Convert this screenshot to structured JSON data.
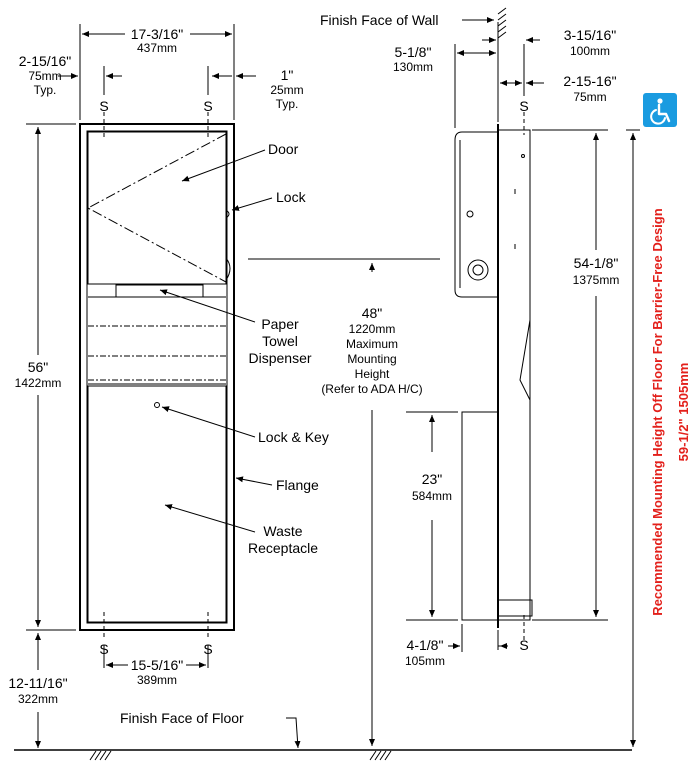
{
  "front": {
    "dim_total_width": "17-3/16\"",
    "dim_total_width_mm": "437mm",
    "dim_left_offset": "2-15/16\"",
    "dim_left_offset_mm": "75mm",
    "dim_left_offset_note": "Typ.",
    "dim_right_offset": "1\"",
    "dim_right_offset_mm": "25mm",
    "dim_right_offset_note": "Typ.",
    "dim_height": "56\"",
    "dim_height_mm": "1422mm",
    "dim_floor": "12-11/16\"",
    "dim_floor_mm": "322mm",
    "dim_bottom_width": "15-5/16\"",
    "dim_bottom_width_mm": "389mm",
    "stud_mark": "S",
    "label_door": "Door",
    "label_lock": "Lock",
    "label_paper_1": "Paper",
    "label_paper_2": "Towel",
    "label_paper_3": "Dispenser",
    "label_lock_key": "Lock & Key",
    "label_flange": "Flange",
    "label_waste_1": "Waste",
    "label_waste_2": "Receptacle",
    "label_floor": "Finish Face of Floor"
  },
  "middle": {
    "dim_max": "48\"",
    "dim_max_mm": "1220mm",
    "dim_max_l1": "Maximum",
    "dim_max_l2": "Mounting",
    "dim_max_l3": "Height",
    "dim_max_l4": "(Refer to ADA H/C)"
  },
  "side": {
    "label_wall": "Finish Face of Wall",
    "dim_depth": "5-1/8\"",
    "dim_depth_mm": "130mm",
    "dim_recess": "3-15/16\"",
    "dim_recess_mm": "100mm",
    "dim_projection": "2-15-16\"",
    "dim_projection_mm": "75mm",
    "dim_height": "54-1/8\"",
    "dim_height_mm": "1375mm",
    "dim_bin": "23\"",
    "dim_bin_mm": "584mm",
    "dim_bottom": "4-1/8\"",
    "dim_bottom_mm": "105mm",
    "stud_mark": "S"
  },
  "barrier_free": {
    "label_line1": "Recommended Mounting Height Off Floor For Barrier-Free Design",
    "label_line2": "59-1/2\" 1505mm",
    "icon": "wheelchair-accessibility-icon",
    "accent": "#e3201b",
    "icon_bg": "#1a9be0"
  }
}
